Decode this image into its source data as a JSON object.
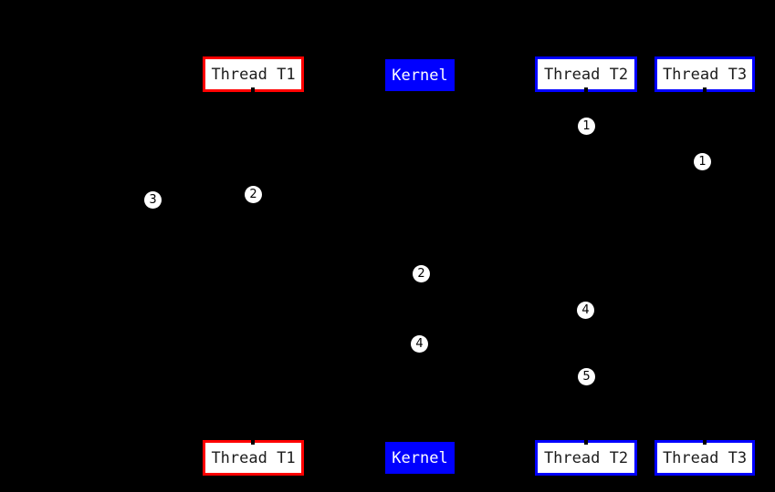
{
  "figure": {
    "type": "sequence-diagram",
    "background_color": "#000000",
    "colors": {
      "thread_t1_border": "#ff0000",
      "thread_t2_border": "#0000ff",
      "thread_t3_border": "#0000ff",
      "kernel_fill": "#0000ff",
      "box_fill": "#ffffff",
      "box_text": "#1c1c1c",
      "kernel_text": "#ffffff",
      "marker_fill": "#ffffff",
      "marker_text": "#000000"
    },
    "top_row": {
      "thread_t1": "Thread T1",
      "kernel": "Kernel",
      "thread_t2": "Thread T2",
      "thread_t3": "Thread T3"
    },
    "bottom_row": {
      "thread_t1": "Thread T1",
      "kernel": "Kernel",
      "thread_t2": "Thread T2",
      "thread_t3": "Thread T3"
    },
    "markers": [
      {
        "value": "1"
      },
      {
        "value": "1"
      },
      {
        "value": "3"
      },
      {
        "value": "2"
      },
      {
        "value": "2"
      },
      {
        "value": "4"
      },
      {
        "value": "4"
      },
      {
        "value": "5"
      }
    ]
  }
}
